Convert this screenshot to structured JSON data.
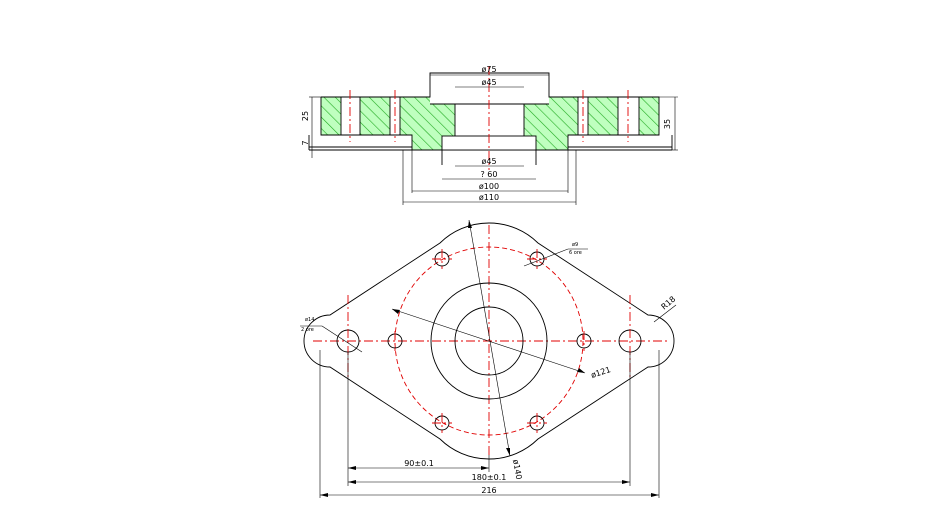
{
  "colors": {
    "outline": "#000000",
    "centerline": "#e00000",
    "hatch": "#22aa22",
    "hatch_bg": "#bfffbf"
  },
  "section_view": {
    "dims": {
      "top_d75": "ø75",
      "top_d45": "ø45",
      "bottom_d45": "ø45",
      "bottom_60": "? 60",
      "d100": "ø100",
      "d110": "ø110",
      "h25": "25",
      "h7": "7",
      "h35": "35"
    }
  },
  "plan_view": {
    "dims": {
      "d9_holes": "ø9",
      "d9_count": "6 ore",
      "d14_holes": "ø14",
      "d14_count": "2 ore",
      "r18": "R18",
      "d121": "ø121",
      "d140": "ø140",
      "w90": "90±0.1",
      "w180": "180±0.1",
      "w216": "216"
    }
  }
}
